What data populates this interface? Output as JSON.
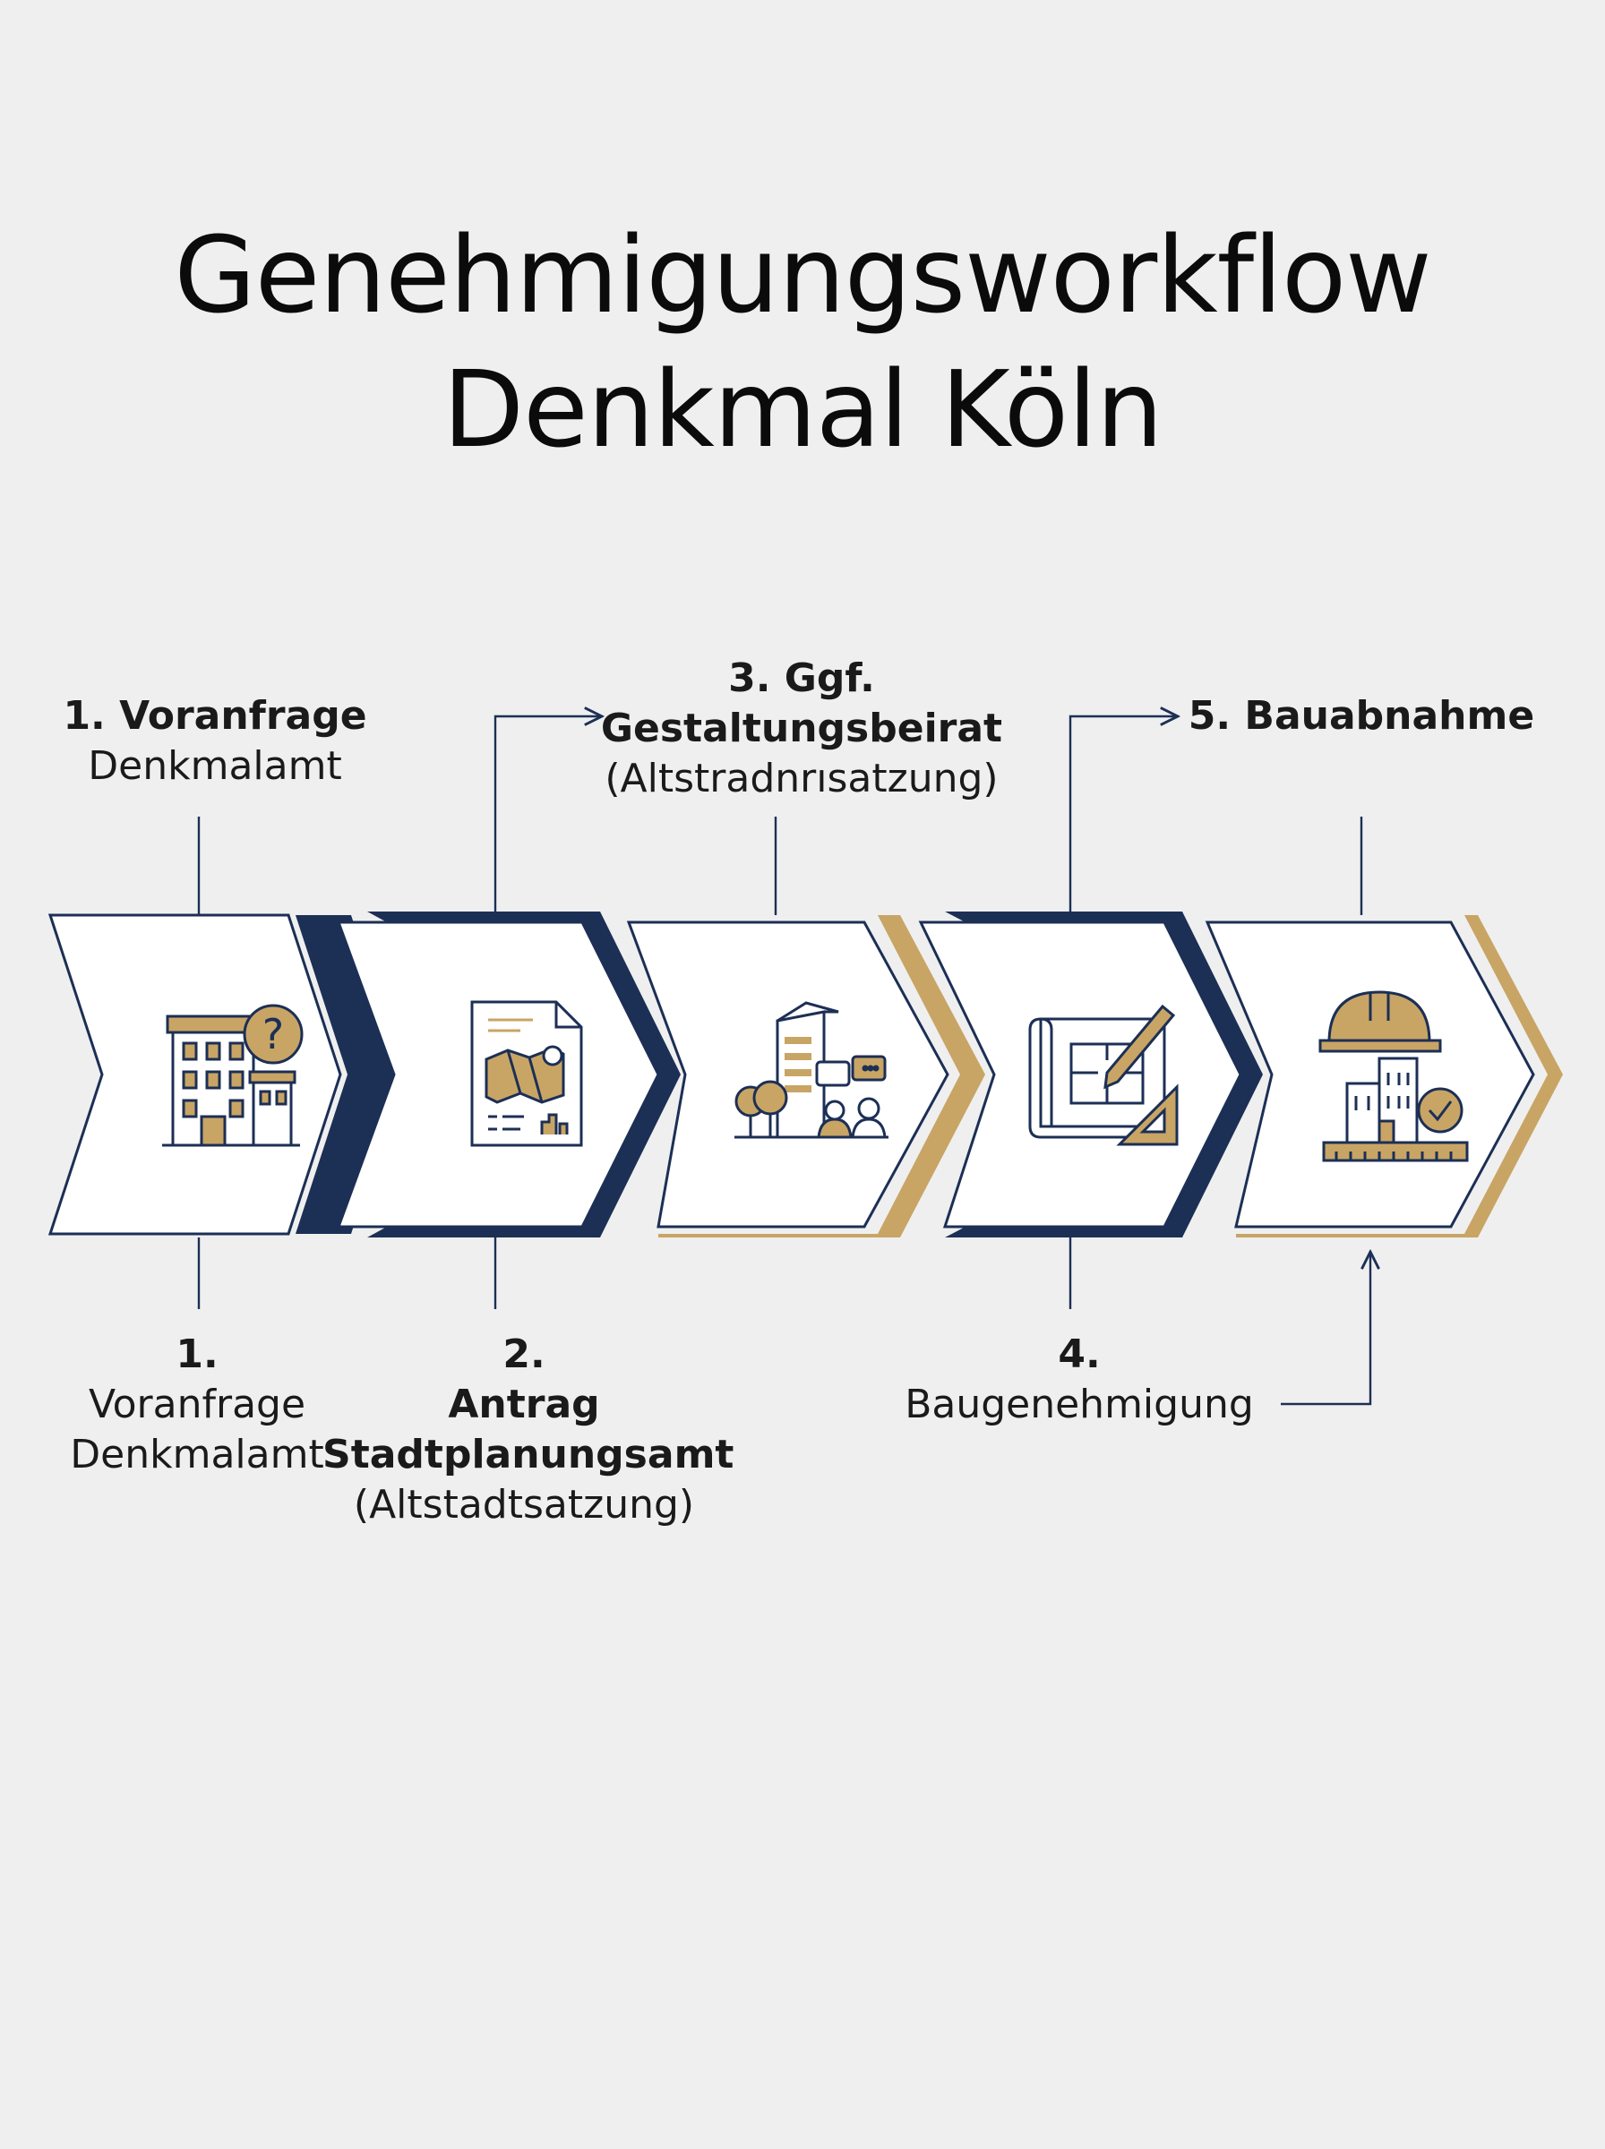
{
  "title": {
    "line1": "Genehmigungsworkflow",
    "line2": "Denkmal Köln"
  },
  "colors": {
    "navy": "#1c2f55",
    "gold": "#c8a565",
    "background": "#efefef",
    "chevron_fill": "#ffffff"
  },
  "top_labels": [
    {
      "bold": "1. Voranfrage",
      "normal": "Denkmalamt"
    },
    {
      "bold1": "3. Ggf.",
      "bold2": "Gestaltungsbeirat",
      "normal": "(Altstradnrısatzung)"
    },
    {
      "bold": "5. Bauabnahme"
    }
  ],
  "bottom_labels": [
    {
      "bold": "1.",
      "normal1": "Voranfrage",
      "normal2": "Denkmalamt"
    },
    {
      "bold1": "2.",
      "bold2": "Antrag",
      "bold3": "Stadtplanungsamt",
      "normal": "(Altstadtsatzung)"
    },
    {
      "bold": "4.",
      "normal": "Baugenehmigung"
    }
  ],
  "steps": [
    {
      "icon": "building-question-icon",
      "accent": "navy"
    },
    {
      "icon": "map-document-icon",
      "accent": "navy"
    },
    {
      "icon": "advisory-board-icon",
      "accent": "gold"
    },
    {
      "icon": "blueprint-icon",
      "accent": "navy"
    },
    {
      "icon": "inspection-helmet-icon",
      "accent": "gold"
    }
  ]
}
